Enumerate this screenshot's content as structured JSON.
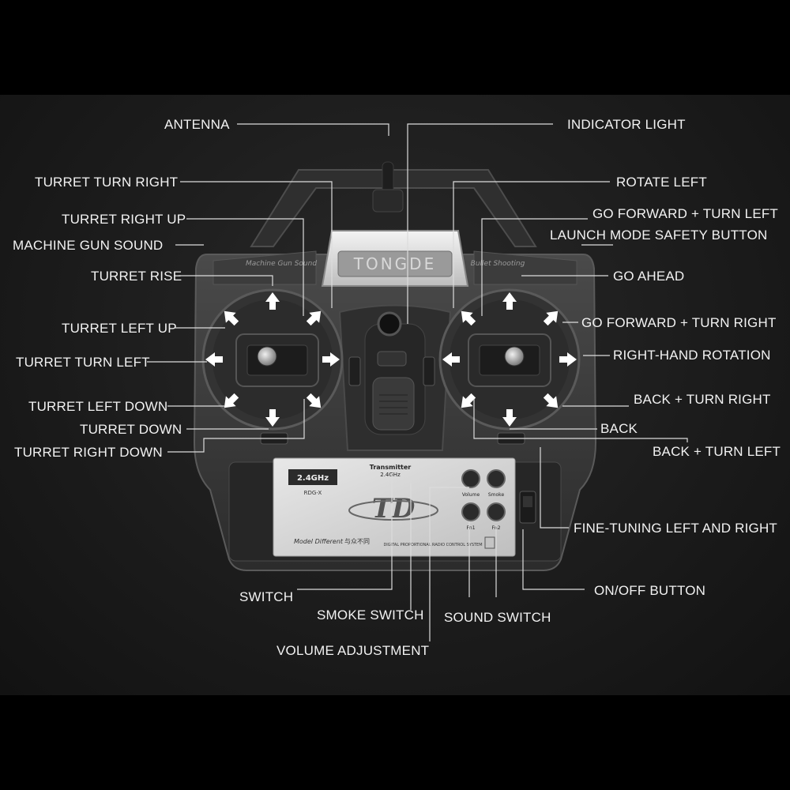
{
  "device": {
    "brand_plate": "TONGDE",
    "left_panel_text": "Machine Gun Sound",
    "right_panel_text": "Bullet Shooting",
    "freq_badge": "2.4GHz",
    "freq_sub": "RDG-X",
    "transmitter_title": "Transmitter",
    "transmitter_freq": "2.4GHz",
    "logo_text": "TD",
    "model_text": "Model Different",
    "model_cn": "与众不同",
    "system_text": "DIGITAL PROPORTIONAL RADIO CONTROL SYSTEM",
    "btn_volume": "Volume",
    "btn_smoke": "Smoke",
    "btn_fn1": "Fn1",
    "btn_fn2": "Fn2"
  },
  "labels": {
    "antenna": "ANTENNA",
    "indicator_light": "INDICATOR LIGHT",
    "turret_turn_right": "TURRET TURN RIGHT",
    "rotate_left": "ROTATE LEFT",
    "turret_right_up": "TURRET RIGHT UP",
    "go_forward_turn_left": "GO FORWARD + TURN LEFT",
    "machine_gun_sound": "MACHINE GUN SOUND",
    "launch_mode_safety": "LAUNCH MODE SAFETY BUTTON",
    "turret_rise": "TURRET RISE",
    "go_ahead": "GO AHEAD",
    "turret_left_up": "TURRET LEFT UP",
    "go_forward_turn_right": "GO FORWARD + TURN RIGHT",
    "turret_turn_left": "TURRET TURN LEFT",
    "right_hand_rotation": "RIGHT-HAND ROTATION",
    "turret_left_down": "TURRET LEFT DOWN",
    "back_turn_right": "BACK + TURN RIGHT",
    "turret_down": "TURRET DOWN",
    "back": "BACK",
    "turret_right_down": "TURRET RIGHT DOWN",
    "back_turn_left": "BACK + TURN LEFT",
    "fine_tuning": "FINE-TUNING LEFT AND RIGHT",
    "switch": "SWITCH",
    "on_off_button": "ON/OFF BUTTON",
    "smoke_switch": "SMOKE SWITCH",
    "sound_switch": "SOUND SWITCH",
    "volume_adjustment": "VOLUME ADJUSTMENT"
  }
}
